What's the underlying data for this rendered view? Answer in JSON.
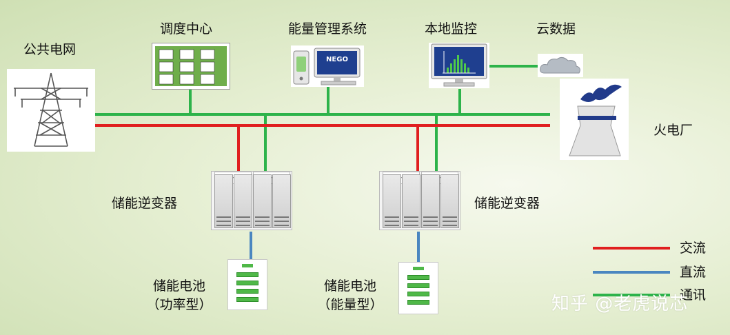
{
  "labels": {
    "grid": "公共电网",
    "dispatch": "调度中心",
    "ems": "能量管理系统",
    "local": "本地监控",
    "cloud": "云数据",
    "plant": "火电厂",
    "inverter_left": "储能逆变器",
    "inverter_right": "储能逆变器",
    "battery_left_1": "储能电池",
    "battery_left_2": "（功率型）",
    "battery_right_1": "储能电池",
    "battery_right_2": "（能量型）"
  },
  "ems_screen_text": "NEGO",
  "legend": [
    {
      "label": "交流",
      "color": "#e01f1f"
    },
    {
      "label": "直流",
      "color": "#4a86c0"
    },
    {
      "label": "通讯",
      "color": "#2db34a"
    }
  ],
  "colors": {
    "ac": "#e01f1f",
    "dc": "#4a86c0",
    "comm": "#2db34a"
  },
  "watermark": "知乎 @老虎说芯"
}
